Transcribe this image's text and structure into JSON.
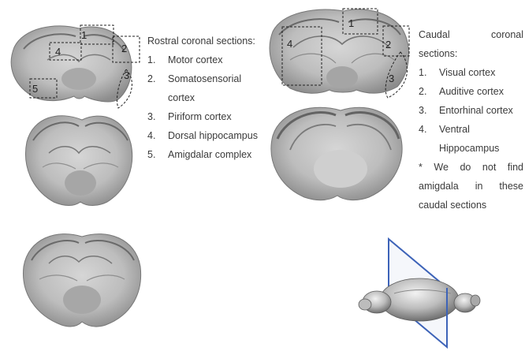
{
  "rostral": {
    "title": "Rostral coronal sections:",
    "items": [
      {
        "num": "1.",
        "label": "Motor cortex"
      },
      {
        "num": "2.",
        "label": "Somatosensorial cortex"
      },
      {
        "num": "3.",
        "label": "Piriform cortex"
      },
      {
        "num": "4.",
        "label": "Dorsal hippocampus"
      },
      {
        "num": "5.",
        "label": "Amigdalar complex"
      }
    ],
    "region_labels": [
      "1",
      "2",
      "3",
      "4",
      "5"
    ]
  },
  "caudal": {
    "title_word1": "Caudal",
    "title_word2": "coronal",
    "title_cont": "sections:",
    "items": [
      {
        "num": "1.",
        "label": "Visual cortex"
      },
      {
        "num": "2.",
        "label": "Auditive cortex"
      },
      {
        "num": "3.",
        "label": "Entorhinal cortex"
      },
      {
        "num": "4.",
        "label": "Ventral Hippocampus"
      }
    ],
    "note": "* We do not find amigdala in these caudal sections",
    "region_labels": [
      "1",
      "2",
      "3",
      "4"
    ]
  },
  "colors": {
    "tissue_dark": "#8f8f8f",
    "tissue_light": "#d9d9d9",
    "plane": "#3d63b8",
    "box": "#222222"
  }
}
